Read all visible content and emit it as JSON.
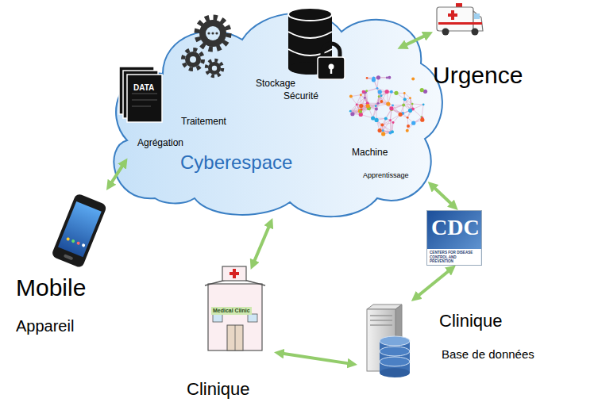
{
  "diagram": {
    "nodes": [
      {
        "text": [
          "Cyberespace"
        ]
      },
      {
        "text": [
          "DATA",
          "Agrégation"
        ],
        "in": 0
      },
      {
        "text": [
          "Traitement"
        ],
        "in": 0
      },
      {
        "text": [
          "Stockage",
          "Sécurité"
        ],
        "in": 0
      },
      {
        "text": [
          "Machine",
          "Apprentissage"
        ],
        "in": 0
      },
      {
        "text": [
          "Urgence"
        ]
      },
      {
        "text": [
          "Mobile",
          "Appareil"
        ]
      },
      {
        "text": [
          "CDC",
          "CENTERS FOR DISEASE CONTROL AND PREVENTION"
        ]
      },
      {
        "text": [
          "Clinique",
          "Base de données"
        ]
      },
      {
        "text": [
          "Medical Clinic",
          "Clinique"
        ]
      }
    ],
    "edges": [
      {
        "from": 6,
        "to": 0,
        "arrow": "both"
      },
      {
        "from": 5,
        "to": 0,
        "arrow": "both"
      },
      {
        "from": 7,
        "to": 0,
        "arrow": "both"
      },
      {
        "from": 9,
        "to": 0,
        "arrow": "both"
      },
      {
        "from": 9,
        "to": 8,
        "arrow": "both"
      },
      {
        "from": 8,
        "to": 7,
        "arrow": "both"
      }
    ]
  }
}
